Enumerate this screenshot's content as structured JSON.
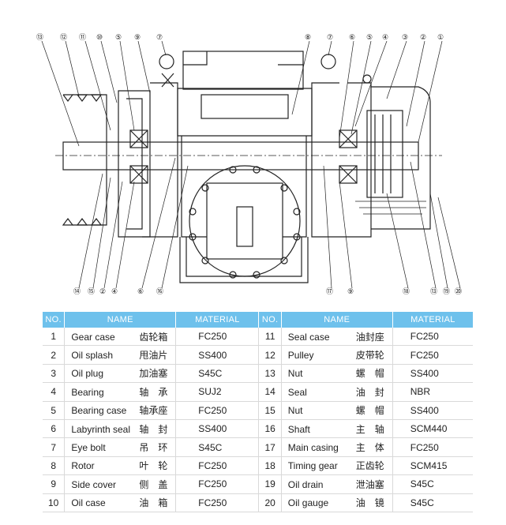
{
  "callouts_top": [
    "⑬",
    "⑫",
    "⑪",
    "⑩",
    "⑤",
    "⑨",
    "⑦",
    "⑧",
    "⑦",
    "⑥",
    "⑤",
    "④",
    "③",
    "②",
    "①"
  ],
  "callouts_bottom": [
    "⑭",
    "⑮",
    "②",
    "④",
    "⑥",
    "⑯",
    "⑰",
    "⑨",
    "⑱",
    "⑬",
    "⑲",
    "⑳"
  ],
  "table": {
    "headers": [
      "NO.",
      "NAME",
      "MATERIAL",
      "NO.",
      "NAME",
      "MATERIAL"
    ],
    "rows": [
      [
        {
          "no": "1",
          "en": "Gear case",
          "zh": "齿轮箱",
          "mat": "FC250"
        },
        {
          "no": "11",
          "en": "Seal case",
          "zh": "油封座",
          "mat": "FC250"
        }
      ],
      [
        {
          "no": "2",
          "en": "Oil splash",
          "zh": "甩油片",
          "mat": "SS400"
        },
        {
          "no": "12",
          "en": "Pulley",
          "zh": "皮带轮",
          "mat": "FC250"
        }
      ],
      [
        {
          "no": "3",
          "en": "Oil plug",
          "zh": "加油塞",
          "mat": "S45C"
        },
        {
          "no": "13",
          "en": "Nut",
          "zh": "螺　帽",
          "mat": "SS400"
        }
      ],
      [
        {
          "no": "4",
          "en": "Bearing",
          "zh": "轴　承",
          "mat": "SUJ2"
        },
        {
          "no": "14",
          "en": "Seal",
          "zh": "油　封",
          "mat": "NBR"
        }
      ],
      [
        {
          "no": "5",
          "en": "Bearing case",
          "zh": "轴承座",
          "mat": "FC250"
        },
        {
          "no": "15",
          "en": "Nut",
          "zh": "螺　帽",
          "mat": "SS400"
        }
      ],
      [
        {
          "no": "6",
          "en": "Labyrinth seal",
          "zh": "轴　封",
          "mat": "SS400"
        },
        {
          "no": "16",
          "en": "Shaft",
          "zh": "主　轴",
          "mat": "SCM440"
        }
      ],
      [
        {
          "no": "7",
          "en": "Eye bolt",
          "zh": "吊　环",
          "mat": "S45C"
        },
        {
          "no": "17",
          "en": "Main casing",
          "zh": "主　体",
          "mat": "FC250"
        }
      ],
      [
        {
          "no": "8",
          "en": "Rotor",
          "zh": "叶　轮",
          "mat": "FC250"
        },
        {
          "no": "18",
          "en": "Timing gear",
          "zh": "正齿轮",
          "mat": "SCM415"
        }
      ],
      [
        {
          "no": "9",
          "en": "Side cover",
          "zh": "侧　盖",
          "mat": "FC250"
        },
        {
          "no": "19",
          "en": "Oil drain",
          "zh": "泄油塞",
          "mat": "S45C"
        }
      ],
      [
        {
          "no": "10",
          "en": "Oil case",
          "zh": "油　箱",
          "mat": "FC250"
        },
        {
          "no": "20",
          "en": "Oil gauge",
          "zh": "油　镜",
          "mat": "S45C"
        }
      ]
    ]
  }
}
